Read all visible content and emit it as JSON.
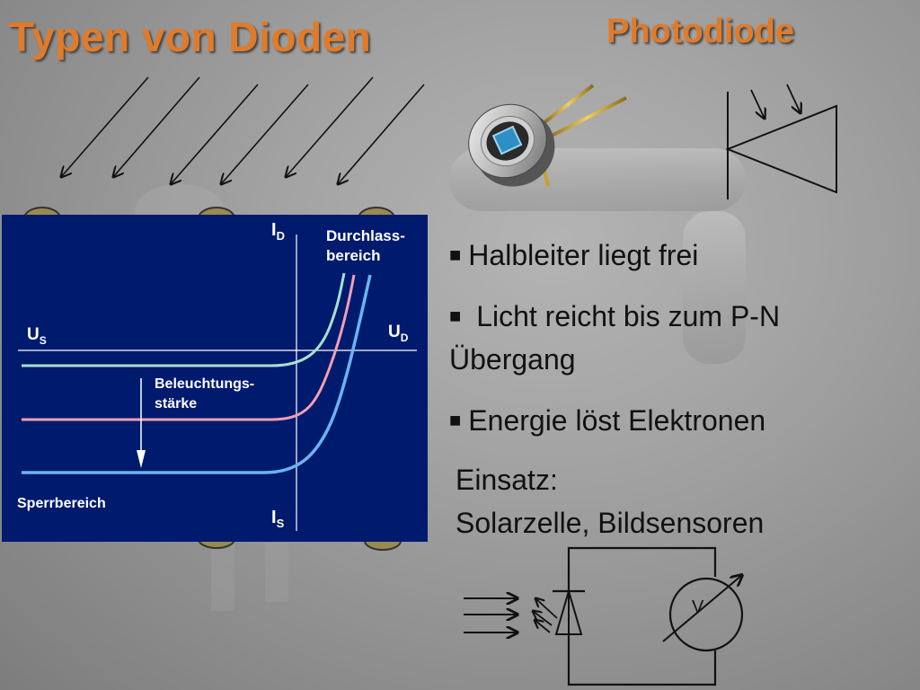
{
  "slide": {
    "title": "Typen von Dioden",
    "subtitle": "Photodiode"
  },
  "bullets": [
    "Halbleiter liegt frei",
    " Licht reicht bis zum P-N",
    "Übergang",
    "Energie löst Elektronen"
  ],
  "usage": {
    "heading": "Einsatz:",
    "text": "Solarzelle, Bildsensoren"
  },
  "graph": {
    "id_label": "I",
    "id_sub": "D",
    "forward_label_1": "Durchlass-",
    "forward_label_2": "bereich",
    "us_label": "U",
    "us_sub": "S",
    "ud_label": "U",
    "ud_sub": "D",
    "illum_label_1": "Beleuchtungs-",
    "illum_label_2": "stärke",
    "reverse_label": "Sperrbereich",
    "is_label": "I",
    "is_sub": "S"
  },
  "circuit": {
    "meter_symbol": "V"
  },
  "colors": {
    "title": "#e07b2a",
    "graph_bg": "#001a6e",
    "curve_1": "#a8e0d0",
    "curve_2": "#f0a0b4",
    "curve_3": "#6ab4f0"
  }
}
